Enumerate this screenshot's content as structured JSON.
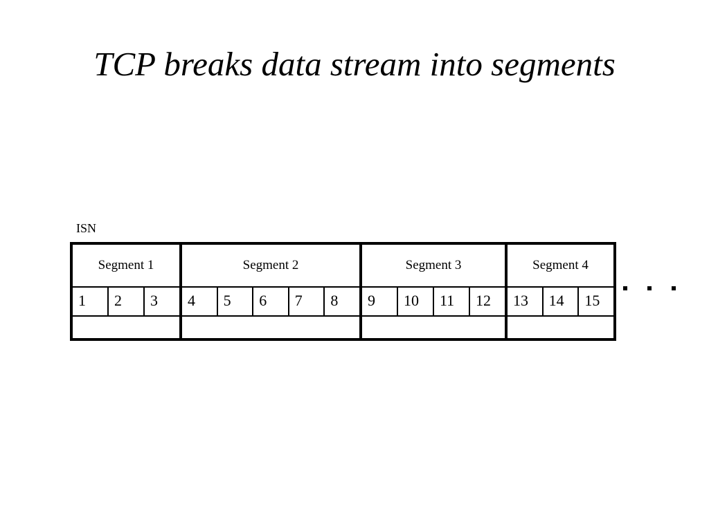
{
  "title": "TCP breaks data stream into segments",
  "isn_label": "ISN",
  "segments": [
    {
      "label": "Segment 1",
      "bytes": [
        "1",
        "2",
        "3"
      ]
    },
    {
      "label": "Segment 2",
      "bytes": [
        "4",
        "5",
        "6",
        "7",
        "8"
      ]
    },
    {
      "label": "Segment 3",
      "bytes": [
        "9",
        "10",
        "11",
        "12"
      ]
    },
    {
      "label": "Segment 4",
      "bytes": [
        "13",
        "14",
        "15"
      ]
    }
  ]
}
